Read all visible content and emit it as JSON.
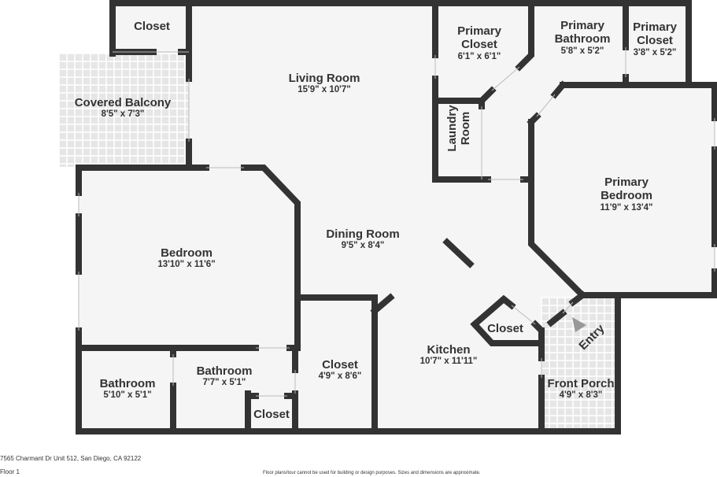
{
  "colors": {
    "wall": "#333333",
    "floor": "#f5f5f5",
    "tile": "#e6e6e6"
  },
  "rooms": [
    {
      "name": "Closet",
      "dims": ""
    },
    {
      "name": "Covered Balcony",
      "dims": "8'5\" x 7'3\""
    },
    {
      "name": "Living Room",
      "dims": "15'9\" x 10'7\""
    },
    {
      "name": "Primary Closet",
      "dims": "6'1\" x 6'1\""
    },
    {
      "name": "Primary Bathroom",
      "dims": "5'8\" x 5'2\""
    },
    {
      "name": "Primary Closet",
      "dims": "3'8\" x 5'2\""
    },
    {
      "name": "Laundry Room",
      "dims": ""
    },
    {
      "name": "Primary Bedroom",
      "dims": "11'9\" x 13'4\""
    },
    {
      "name": "Bedroom",
      "dims": "13'10\" x 11'6\""
    },
    {
      "name": "Dining Room",
      "dims": "9'5\" x 8'4\""
    },
    {
      "name": "Closet",
      "dims": ""
    },
    {
      "name": "Entry",
      "dims": ""
    },
    {
      "name": "Kitchen",
      "dims": "10'7\" x 11'11\""
    },
    {
      "name": "Closet",
      "dims": "4'9\" x 8'6\""
    },
    {
      "name": "Bathroom",
      "dims": "5'10\" x 5'1\""
    },
    {
      "name": "Bathroom",
      "dims": "7'7\" x 5'1\""
    },
    {
      "name": "Closet",
      "dims": ""
    },
    {
      "name": "Front Porch",
      "dims": "4'9\" x 8'3\""
    }
  ],
  "footer": {
    "address": "7565 Charmant Dr Unit 512, San Diego, CA 92122",
    "floor": "Floor 1",
    "disclaimer": "Floor plans/tour cannot be used for building or design purposes. Sizes and dimensions are approximate."
  }
}
